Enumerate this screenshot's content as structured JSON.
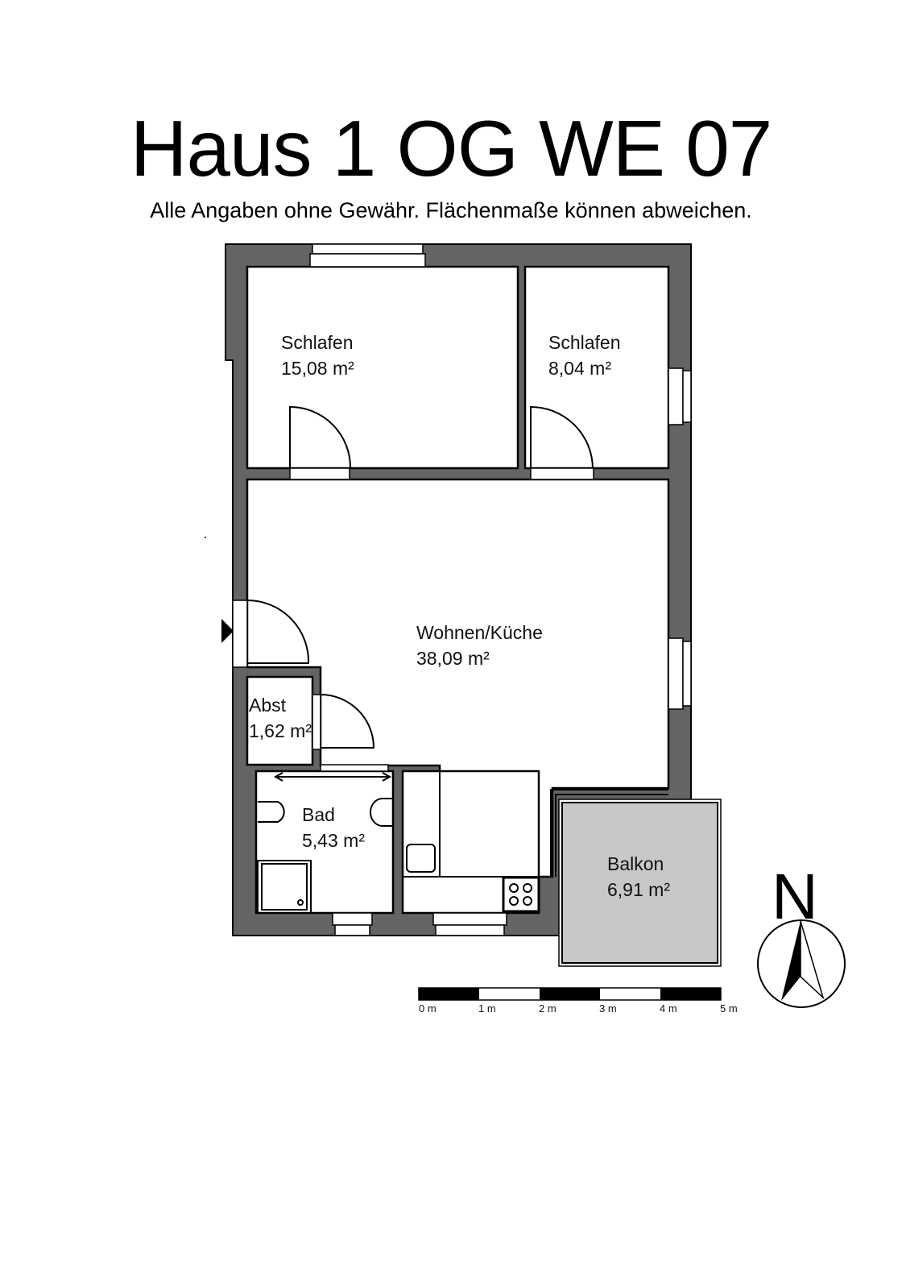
{
  "header": {
    "title": "Haus 1 OG WE 07",
    "subtitle": "Alle Angaben ohne Gewähr. Flächenmaße können abweichen."
  },
  "rooms": [
    {
      "name": "Schlafen",
      "area": "15,08 m²"
    },
    {
      "name": "Schlafen",
      "area": "8,04 m²"
    },
    {
      "name": "Wohnen/Küche",
      "area": "38,09 m²"
    },
    {
      "name": "Abst",
      "area": "1,62 m²"
    },
    {
      "name": "Bad",
      "area": "5,43 m²"
    },
    {
      "name": "Balkon",
      "area": "6,91 m²"
    }
  ],
  "scale_bar": {
    "labels": [
      "0 m",
      "1 m",
      "2 m",
      "3 m",
      "4 m",
      "5 m"
    ]
  },
  "compass": {
    "label": "N"
  },
  "colors": {
    "wall": "#636466",
    "balcony": "#c8c8c8"
  }
}
